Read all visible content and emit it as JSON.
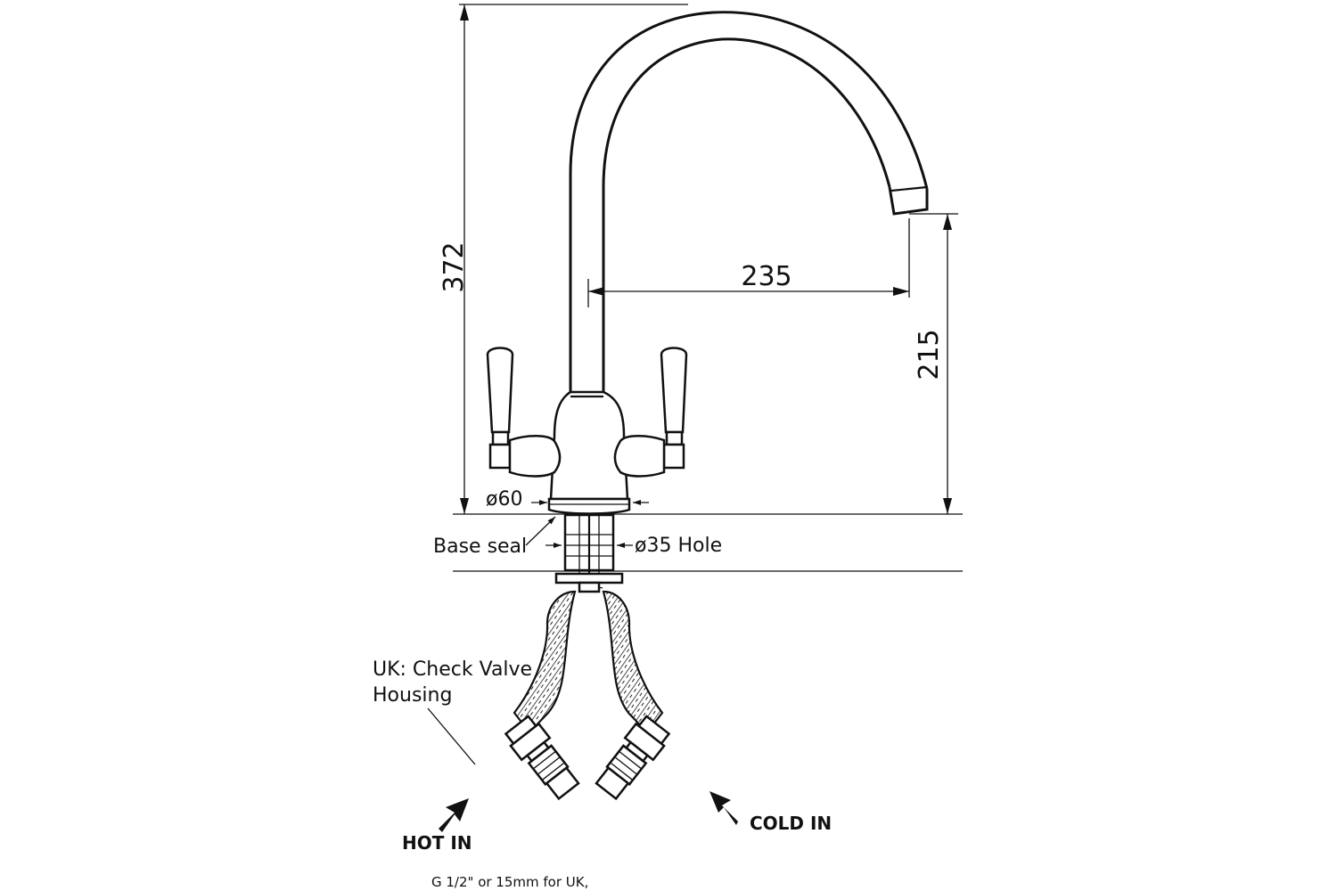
{
  "dimensions": {
    "height_total": "372",
    "spout_reach": "235",
    "spout_height": "215",
    "base_diameter": "ø60",
    "hole_diameter": "ø35 Hole"
  },
  "labels": {
    "base_seal": "Base seal",
    "check_valve_line1": "UK: Check Valve",
    "check_valve_line2": "Housing",
    "hot_in": "HOT IN",
    "cold_in": "COLD IN",
    "connection_note": "G 1/2\" or 15mm for UK,"
  }
}
